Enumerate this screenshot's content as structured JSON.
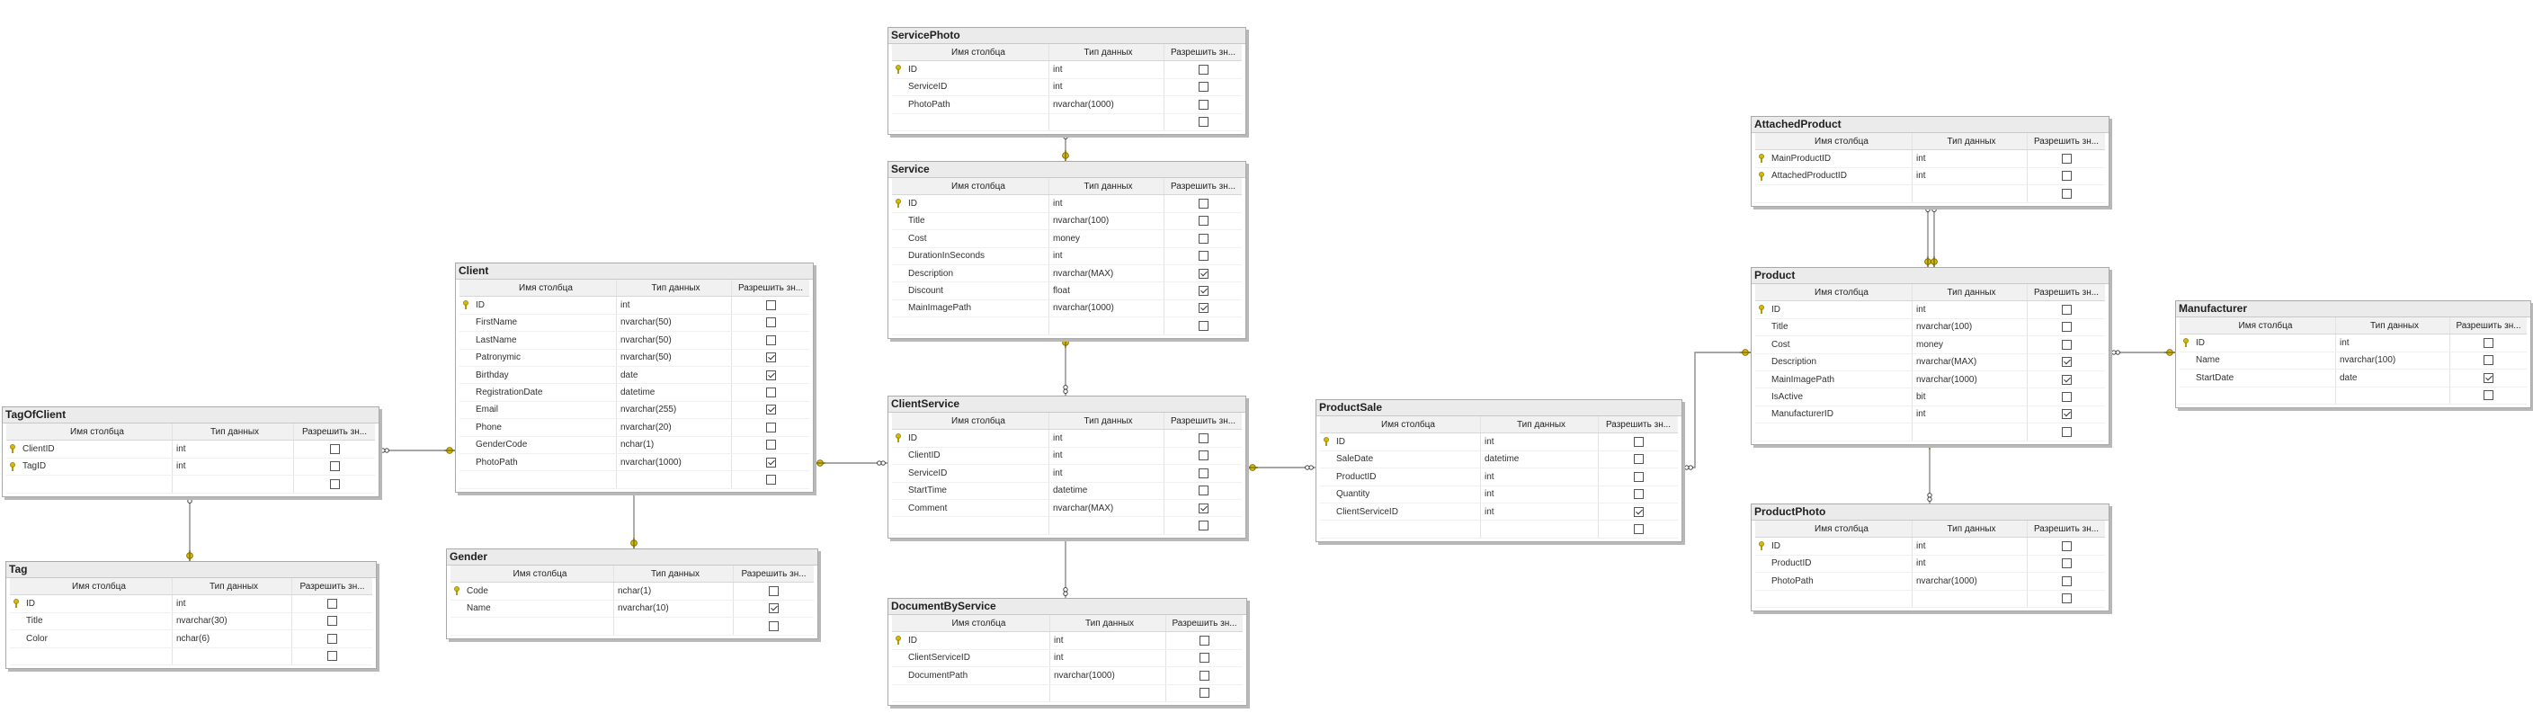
{
  "headers": {
    "column_name": "Имя столбца",
    "data_type": "Тип данных",
    "allow_nulls": "Разрешить зн..."
  },
  "tables": [
    {
      "id": "servicephoto",
      "title": "ServicePhoto",
      "rows": [
        {
          "name": "ID",
          "type": "int",
          "nullable": false,
          "key": true
        },
        {
          "name": "ServiceID",
          "type": "int",
          "nullable": false
        },
        {
          "name": "PhotoPath",
          "type": "nvarchar(1000)",
          "nullable": false
        },
        {
          "name": "",
          "type": "",
          "nullable": false
        }
      ]
    },
    {
      "id": "service",
      "title": "Service",
      "rows": [
        {
          "name": "ID",
          "type": "int",
          "nullable": false,
          "key": true
        },
        {
          "name": "Title",
          "type": "nvarchar(100)",
          "nullable": false
        },
        {
          "name": "Cost",
          "type": "money",
          "nullable": false
        },
        {
          "name": "DurationInSeconds",
          "type": "int",
          "nullable": false
        },
        {
          "name": "Description",
          "type": "nvarchar(MAX)",
          "nullable": true
        },
        {
          "name": "Discount",
          "type": "float",
          "nullable": true
        },
        {
          "name": "MainImagePath",
          "type": "nvarchar(1000)",
          "nullable": true
        },
        {
          "name": "",
          "type": "",
          "nullable": false
        }
      ]
    },
    {
      "id": "client",
      "title": "Client",
      "rows": [
        {
          "name": "ID",
          "type": "int",
          "nullable": false,
          "key": true
        },
        {
          "name": "FirstName",
          "type": "nvarchar(50)",
          "nullable": false
        },
        {
          "name": "LastName",
          "type": "nvarchar(50)",
          "nullable": false
        },
        {
          "name": "Patronymic",
          "type": "nvarchar(50)",
          "nullable": true
        },
        {
          "name": "Birthday",
          "type": "date",
          "nullable": true
        },
        {
          "name": "RegistrationDate",
          "type": "datetime",
          "nullable": false
        },
        {
          "name": "Email",
          "type": "nvarchar(255)",
          "nullable": true
        },
        {
          "name": "Phone",
          "type": "nvarchar(20)",
          "nullable": false
        },
        {
          "name": "GenderCode",
          "type": "nchar(1)",
          "nullable": false
        },
        {
          "name": "PhotoPath",
          "type": "nvarchar(1000)",
          "nullable": true
        },
        {
          "name": "",
          "type": "",
          "nullable": false
        }
      ]
    },
    {
      "id": "tagofclient",
      "title": "TagOfClient",
      "rows": [
        {
          "name": "ClientID",
          "type": "int",
          "nullable": false,
          "key": true
        },
        {
          "name": "TagID",
          "type": "int",
          "nullable": false,
          "key": true
        },
        {
          "name": "",
          "type": "",
          "nullable": false
        }
      ]
    },
    {
      "id": "tag",
      "title": "Tag",
      "rows": [
        {
          "name": "ID",
          "type": "int",
          "nullable": false,
          "key": true
        },
        {
          "name": "Title",
          "type": "nvarchar(30)",
          "nullable": false
        },
        {
          "name": "Color",
          "type": "nchar(6)",
          "nullable": false
        },
        {
          "name": "",
          "type": "",
          "nullable": false
        }
      ]
    },
    {
      "id": "gender",
      "title": "Gender",
      "rows": [
        {
          "name": "Code",
          "type": "nchar(1)",
          "nullable": false,
          "key": true
        },
        {
          "name": "Name",
          "type": "nvarchar(10)",
          "nullable": true
        },
        {
          "name": "",
          "type": "",
          "nullable": false
        }
      ]
    },
    {
      "id": "clientservice",
      "title": "ClientService",
      "rows": [
        {
          "name": "ID",
          "type": "int",
          "nullable": false,
          "key": true
        },
        {
          "name": "ClientID",
          "type": "int",
          "nullable": false
        },
        {
          "name": "ServiceID",
          "type": "int",
          "nullable": false
        },
        {
          "name": "StartTime",
          "type": "datetime",
          "nullable": false
        },
        {
          "name": "Comment",
          "type": "nvarchar(MAX)",
          "nullable": true
        },
        {
          "name": "",
          "type": "",
          "nullable": false
        }
      ]
    },
    {
      "id": "documentbyservice",
      "title": "DocumentByService",
      "rows": [
        {
          "name": "ID",
          "type": "int",
          "nullable": false,
          "key": true
        },
        {
          "name": "ClientServiceID",
          "type": "int",
          "nullable": false
        },
        {
          "name": "DocumentPath",
          "type": "nvarchar(1000)",
          "nullable": false
        },
        {
          "name": "",
          "type": "",
          "nullable": false
        }
      ]
    },
    {
      "id": "productsale",
      "title": "ProductSale",
      "rows": [
        {
          "name": "ID",
          "type": "int",
          "nullable": false,
          "key": true
        },
        {
          "name": "SaleDate",
          "type": "datetime",
          "nullable": false
        },
        {
          "name": "ProductID",
          "type": "int",
          "nullable": false
        },
        {
          "name": "Quantity",
          "type": "int",
          "nullable": false
        },
        {
          "name": "ClientServiceID",
          "type": "int",
          "nullable": true
        },
        {
          "name": "",
          "type": "",
          "nullable": false
        }
      ]
    },
    {
      "id": "attachedproduct",
      "title": "AttachedProduct",
      "rows": [
        {
          "name": "MainProductID",
          "type": "int",
          "nullable": false,
          "key": true
        },
        {
          "name": "AttachedProductID",
          "type": "int",
          "nullable": false,
          "key": true
        },
        {
          "name": "",
          "type": "",
          "nullable": false
        }
      ]
    },
    {
      "id": "product",
      "title": "Product",
      "rows": [
        {
          "name": "ID",
          "type": "int",
          "nullable": false,
          "key": true
        },
        {
          "name": "Title",
          "type": "nvarchar(100)",
          "nullable": false
        },
        {
          "name": "Cost",
          "type": "money",
          "nullable": false
        },
        {
          "name": "Description",
          "type": "nvarchar(MAX)",
          "nullable": true
        },
        {
          "name": "MainImagePath",
          "type": "nvarchar(1000)",
          "nullable": true
        },
        {
          "name": "IsActive",
          "type": "bit",
          "nullable": false
        },
        {
          "name": "ManufacturerID",
          "type": "int",
          "nullable": true
        },
        {
          "name": "",
          "type": "",
          "nullable": false
        }
      ]
    },
    {
      "id": "manufacturer",
      "title": "Manufacturer",
      "rows": [
        {
          "name": "ID",
          "type": "int",
          "nullable": false,
          "key": true
        },
        {
          "name": "Name",
          "type": "nvarchar(100)",
          "nullable": false
        },
        {
          "name": "StartDate",
          "type": "date",
          "nullable": true
        },
        {
          "name": "",
          "type": "",
          "nullable": false
        }
      ]
    },
    {
      "id": "productphoto",
      "title": "ProductPhoto",
      "rows": [
        {
          "name": "ID",
          "type": "int",
          "nullable": false,
          "key": true
        },
        {
          "name": "ProductID",
          "type": "int",
          "nullable": false
        },
        {
          "name": "PhotoPath",
          "type": "nvarchar(1000)",
          "nullable": false
        },
        {
          "name": "",
          "type": "",
          "nullable": false
        }
      ]
    }
  ],
  "relationships": [
    {
      "from": "servicephoto",
      "to": "service"
    },
    {
      "from": "clientservice",
      "to": "service"
    },
    {
      "from": "tagofclient",
      "to": "client"
    },
    {
      "from": "tagofclient",
      "to": "tag"
    },
    {
      "from": "client",
      "to": "gender"
    },
    {
      "from": "clientservice",
      "to": "client"
    },
    {
      "from": "documentbyservice",
      "to": "clientservice"
    },
    {
      "from": "productsale",
      "to": "clientservice"
    },
    {
      "from": "productsale",
      "to": "product"
    },
    {
      "from": "attachedproduct",
      "to": "product"
    },
    {
      "from": "product",
      "to": "manufacturer"
    },
    {
      "from": "productphoto",
      "to": "product"
    }
  ],
  "colors": {
    "key_icon": "#d9b800",
    "connector": "#8a8a8a",
    "header_bg": "#ebebeb"
  }
}
